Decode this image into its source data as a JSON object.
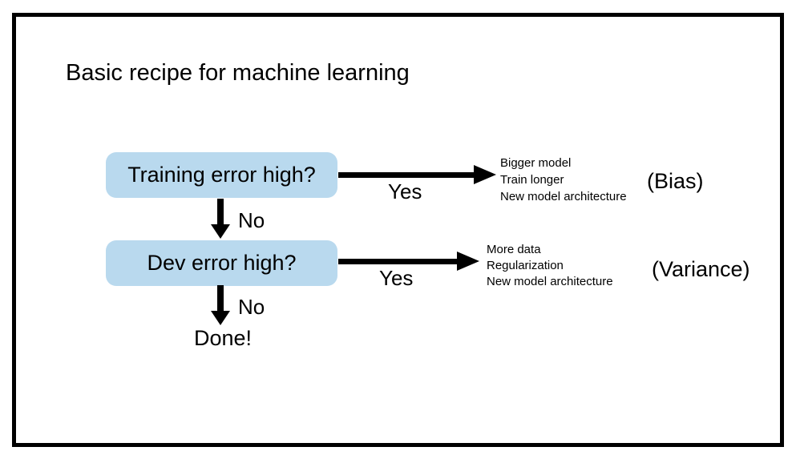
{
  "slide": {
    "title": "Basic recipe for machine learning"
  },
  "flow": {
    "box_training": "Training error high?",
    "box_dev": "Dev error high?",
    "yes_training": "Yes",
    "yes_dev": "Yes",
    "no_training": "No",
    "no_dev": "No",
    "done": "Done!",
    "bias_items": [
      "Bigger model",
      "Train longer",
      "New model architecture"
    ],
    "bias_label": "(Bias)",
    "variance_items": [
      "More data",
      "Regularization",
      "New model architecture"
    ],
    "variance_label": "(Variance)"
  },
  "colors": {
    "box_fill": "#b9d9ee",
    "arrow": "#000000",
    "frame_border": "#000000",
    "text": "#000000",
    "background": "#ffffff"
  }
}
